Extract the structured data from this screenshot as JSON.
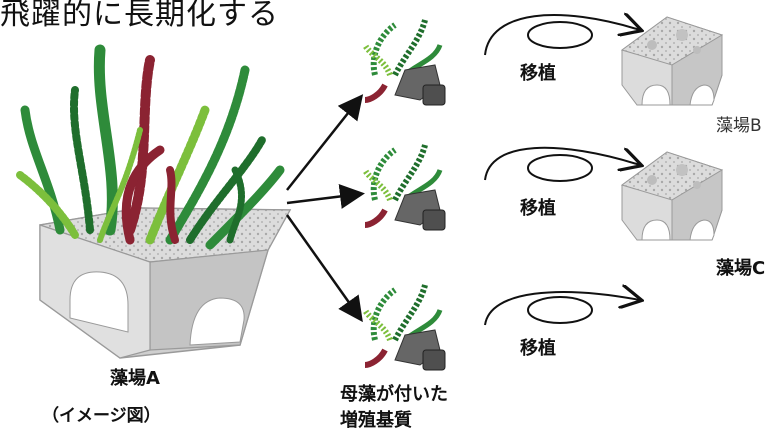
{
  "title": "飛躍的に長期化する",
  "labels": {
    "bed_a": "藻場A",
    "bed_a_note": "（イメージ図）",
    "bed_b": "藻場B",
    "bed_c": "藻場C",
    "transplant_1": "移植",
    "transplant_2": "移植",
    "transplant_3": "移植",
    "substrate_line1": "母藻が付いた",
    "substrate_line2": "増殖基質"
  },
  "colors": {
    "block": "#d8d8d8",
    "block_dark": "#b9b9b9",
    "seaweed_green": "#2e8b3a",
    "seaweed_light": "#7cbf3c",
    "seaweed_red": "#8b2332",
    "substrate": "#5c5c5c"
  }
}
